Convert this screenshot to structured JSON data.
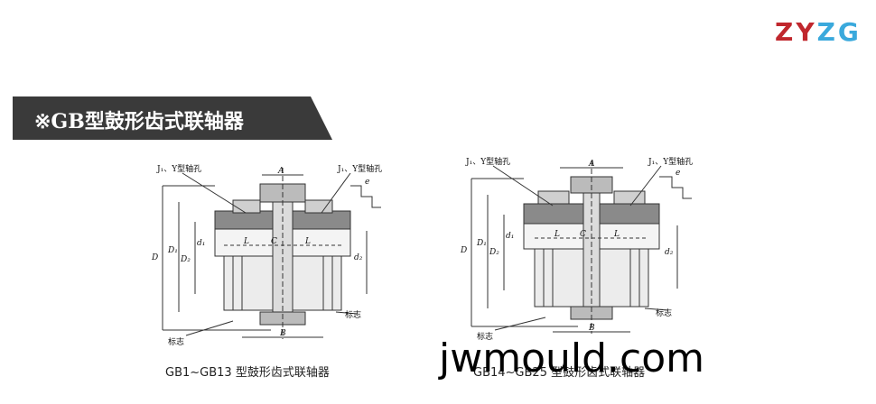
{
  "logo": {
    "letters": [
      "Z",
      "Y",
      "Z",
      "G"
    ],
    "colors": [
      "#c0272d",
      "#c0272d",
      "#3aa9dc",
      "#3aa9dc"
    ]
  },
  "banner": {
    "title": "※GB型鼓形齿式联轴器",
    "bg": "#3a3a3a"
  },
  "diagram1": {
    "caption": "GB1~GB13 型鼓形齿式联轴器",
    "labels": {
      "hole_left": "J₁、Y型轴孔",
      "hole_right": "J₁、Y型轴孔",
      "A": "A",
      "e": "e",
      "L_left": "L",
      "C": "C",
      "L_right": "L",
      "D": "D",
      "D1": "D₁",
      "D2": "D₂",
      "d1": "d₁",
      "d2": "d₂",
      "B": "B",
      "mark_right": "标志",
      "mark_left": "标志"
    }
  },
  "diagram2": {
    "caption": "GB14~GB25 型鼓形齿式联轴器",
    "labels": {
      "hole_left": "J₁、Y型轴孔",
      "hole_right": "J₁、Y型轴孔",
      "A": "A",
      "e": "e",
      "L_left": "L",
      "C": "C",
      "L_right": "L",
      "D": "D",
      "D1": "D₁",
      "D2": "D₂",
      "d1": "d₁",
      "d2": "d₂",
      "B": "B",
      "mark_right": "标志",
      "mark_left": "标志"
    }
  },
  "watermark": {
    "text": "jwmould.com"
  }
}
